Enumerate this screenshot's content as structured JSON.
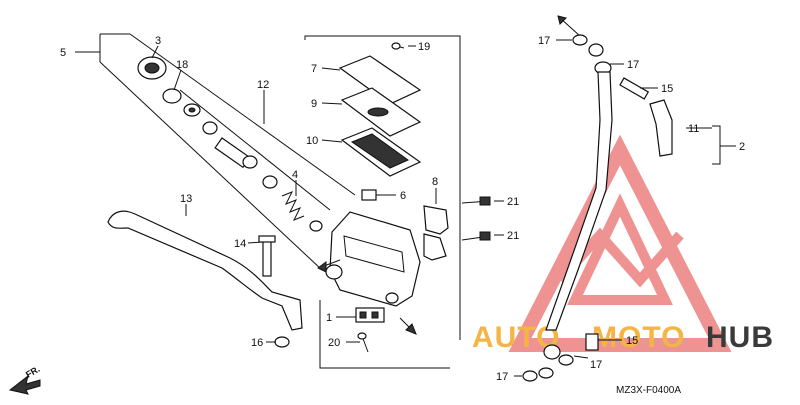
{
  "diagram": {
    "code": "MZ3X-F0400A",
    "front_marker": "FR.",
    "colors": {
      "line": "#111111",
      "watermark_red": "#e23a3a",
      "watermark_orange": "#f5b544",
      "watermark_gray": "#3a3a3a"
    },
    "watermark": {
      "part1": "AUTO",
      "part2": "MOTO",
      "part3": "HUB"
    },
    "callouts": [
      {
        "id": "c1",
        "label": "1"
      },
      {
        "id": "c2",
        "label": "2"
      },
      {
        "id": "c3",
        "label": "3"
      },
      {
        "id": "c4",
        "label": "4"
      },
      {
        "id": "c5",
        "label": "5"
      },
      {
        "id": "c6",
        "label": "6"
      },
      {
        "id": "c7",
        "label": "7"
      },
      {
        "id": "c8",
        "label": "8"
      },
      {
        "id": "c9",
        "label": "9"
      },
      {
        "id": "c10",
        "label": "10"
      },
      {
        "id": "c11",
        "label": "11"
      },
      {
        "id": "c12",
        "label": "12"
      },
      {
        "id": "c13",
        "label": "13"
      },
      {
        "id": "c14",
        "label": "14"
      },
      {
        "id": "c15a",
        "label": "15"
      },
      {
        "id": "c15b",
        "label": "15"
      },
      {
        "id": "c16",
        "label": "16"
      },
      {
        "id": "c17a",
        "label": "17"
      },
      {
        "id": "c17b",
        "label": "17"
      },
      {
        "id": "c17c",
        "label": "17"
      },
      {
        "id": "c17d",
        "label": "17"
      },
      {
        "id": "c18",
        "label": "18"
      },
      {
        "id": "c19",
        "label": "19"
      },
      {
        "id": "c20",
        "label": "20"
      },
      {
        "id": "c21a",
        "label": "21"
      },
      {
        "id": "c21b",
        "label": "21"
      }
    ]
  }
}
